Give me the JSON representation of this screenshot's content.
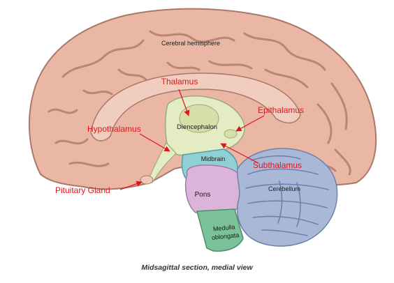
{
  "diagram": {
    "structure_labels": {
      "cerebral_hemisphere": "Cerebral hemisphere",
      "diencephalon": "Diencephalon",
      "midbrain": "Midbrain",
      "pons": "Pons",
      "cerebellum": "Cerebellum",
      "medulla_line1": "Medulla",
      "medulla_line2": "oblongata"
    },
    "annotations": {
      "thalamus": "Thalamus",
      "epithalamus": "Epithalamus",
      "hypothalamus": "Hypothalamus",
      "subthalamus": "Subthalamus",
      "pituitary_gland": "Pituitary Gland"
    },
    "caption": "Midsagittal section, medial view",
    "colors": {
      "cortex": "#eab7a4",
      "cortex_outline": "#a9786a",
      "diencephalon": "#e4ecc4",
      "midbrain": "#8fd0d6",
      "pons": "#dcb4da",
      "medulla": "#7bc29b",
      "cerebellum": "#aab8d8",
      "annotation": "#e0151a"
    }
  }
}
